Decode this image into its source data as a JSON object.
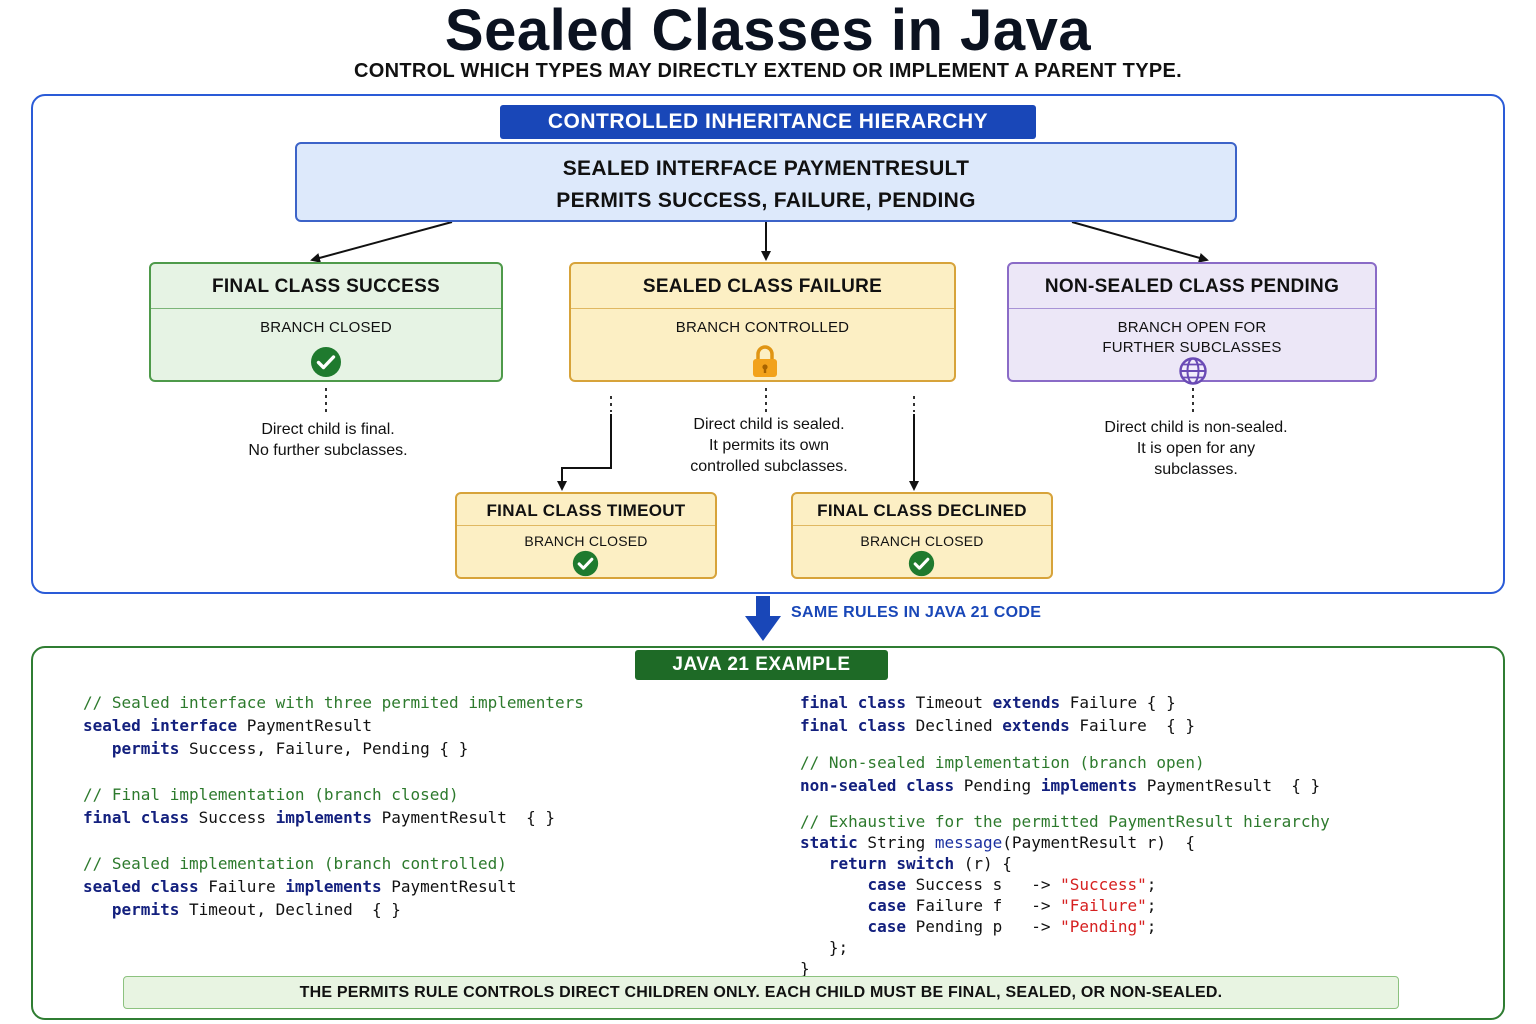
{
  "header": {
    "title": "Sealed Classes in Java",
    "subtitle": "CONTROL WHICH TYPES MAY DIRECTLY EXTEND OR IMPLEMENT A PARENT TYPE."
  },
  "hierarchy": {
    "banner": "CONTROLLED INHERITANCE HIERARCHY",
    "root": {
      "line1": "SEALED INTERFACE PAYMENTRESULT",
      "line2": "PERMITS SUCCESS, FAILURE, PENDING"
    },
    "success": {
      "title": "FINAL CLASS SUCCESS",
      "status": "BRANCH CLOSED",
      "icon": "check-icon",
      "note_line1": "Direct child is final.",
      "note_line2": "No further subclasses."
    },
    "failure": {
      "title": "SEALED CLASS FAILURE",
      "status": "BRANCH CONTROLLED",
      "icon": "lock-icon",
      "note_line1": "Direct child is sealed.",
      "note_line2": "It permits its own",
      "note_line3": "controlled subclasses."
    },
    "pending": {
      "title": "NON-SEALED CLASS PENDING",
      "status_line1": "BRANCH OPEN FOR",
      "status_line2": "FURTHER SUBCLASSES",
      "icon": "globe-icon",
      "note_line1": "Direct child is non-sealed.",
      "note_line2": "It is open for any",
      "note_line3": "subclasses."
    },
    "timeout": {
      "title": "FINAL CLASS TIMEOUT",
      "status": "BRANCH CLOSED",
      "icon": "check-icon"
    },
    "declined": {
      "title": "FINAL CLASS DECLINED",
      "status": "BRANCH CLOSED",
      "icon": "check-icon"
    }
  },
  "transition": {
    "label": "SAME RULES IN JAVA 21 CODE"
  },
  "example": {
    "banner": "JAVA 21 EXAMPLE",
    "code_left": [
      [
        {
          "t": "c",
          "v": "// Sealed interface with three permited implementers"
        }
      ],
      [
        {
          "t": "k",
          "v": "sealed interface"
        },
        {
          "t": "p",
          "v": " PaymentResult"
        }
      ],
      [
        {
          "t": "p",
          "v": "   "
        },
        {
          "t": "k",
          "v": "permits"
        },
        {
          "t": "p",
          "v": " Success, Failure, Pending { }"
        }
      ],
      [],
      [
        {
          "t": "c",
          "v": "// Final implementation (branch closed)"
        }
      ],
      [
        {
          "t": "k",
          "v": "final class"
        },
        {
          "t": "p",
          "v": " Success "
        },
        {
          "t": "k",
          "v": "implements"
        },
        {
          "t": "p",
          "v": " PaymentResult  { }"
        }
      ],
      [],
      [
        {
          "t": "c",
          "v": "// Sealed implementation (branch controlled)"
        }
      ],
      [
        {
          "t": "k",
          "v": "sealed class"
        },
        {
          "t": "p",
          "v": " Failure "
        },
        {
          "t": "k",
          "v": "implements"
        },
        {
          "t": "p",
          "v": " PaymentResult"
        }
      ],
      [
        {
          "t": "p",
          "v": "   "
        },
        {
          "t": "k",
          "v": "permits"
        },
        {
          "t": "p",
          "v": " Timeout, Declined  { }"
        }
      ]
    ],
    "code_right_a": [
      [
        {
          "t": "k",
          "v": "final class"
        },
        {
          "t": "p",
          "v": " Timeout "
        },
        {
          "t": "k",
          "v": "extends"
        },
        {
          "t": "p",
          "v": " Failure { }"
        }
      ],
      [
        {
          "t": "k",
          "v": "final class"
        },
        {
          "t": "p",
          "v": " Declined "
        },
        {
          "t": "k",
          "v": "extends"
        },
        {
          "t": "p",
          "v": " Failure  { }"
        }
      ]
    ],
    "code_right_b": [
      [
        {
          "t": "c",
          "v": "// Non-sealed implementation (branch open)"
        }
      ],
      [
        {
          "t": "k",
          "v": "non-sealed class"
        },
        {
          "t": "p",
          "v": " Pending "
        },
        {
          "t": "k",
          "v": "implements"
        },
        {
          "t": "p",
          "v": " PaymentResult  { }"
        }
      ]
    ],
    "code_right_c": [
      [
        {
          "t": "c",
          "v": "// Exhaustive for the permitted PaymentResult hierarchy"
        }
      ],
      [
        {
          "t": "k",
          "v": "static"
        },
        {
          "t": "p",
          "v": " String "
        },
        {
          "t": "fn",
          "v": "message"
        },
        {
          "t": "p",
          "v": "(PaymentResult r)  {"
        }
      ],
      [
        {
          "t": "p",
          "v": "   "
        },
        {
          "t": "k",
          "v": "return switch"
        },
        {
          "t": "p",
          "v": " (r) {"
        }
      ],
      [
        {
          "t": "p",
          "v": "       "
        },
        {
          "t": "k",
          "v": "case"
        },
        {
          "t": "p",
          "v": " Success s   -> "
        },
        {
          "t": "s",
          "v": "\"Success\""
        },
        {
          "t": "p",
          "v": ";"
        }
      ],
      [
        {
          "t": "p",
          "v": "       "
        },
        {
          "t": "k",
          "v": "case"
        },
        {
          "t": "p",
          "v": " Failure f   -> "
        },
        {
          "t": "s",
          "v": "\"Failure\""
        },
        {
          "t": "p",
          "v": ";"
        }
      ],
      [
        {
          "t": "p",
          "v": "       "
        },
        {
          "t": "k",
          "v": "case"
        },
        {
          "t": "p",
          "v": " Pending p   -> "
        },
        {
          "t": "s",
          "v": "\"Pending\""
        },
        {
          "t": "p",
          "v": ";"
        }
      ],
      [
        {
          "t": "p",
          "v": "   };"
        }
      ],
      [
        {
          "t": "p",
          "v": "}"
        }
      ]
    ],
    "footer": "THE PERMITS RULE CONTROLS DIRECT CHILDREN ONLY. EACH CHILD MUST BE FINAL, SEALED, OR NON-SEALED."
  },
  "colors": {
    "blue_accent": "#1947b8",
    "green_accent": "#1e6a26",
    "check_green": "#1f7a2e",
    "lock_orange": "#f2a21b",
    "globe_purple": "#6a4bb5",
    "keyword": "#13207e",
    "comment": "#2d7a2d",
    "string": "#d62020"
  }
}
